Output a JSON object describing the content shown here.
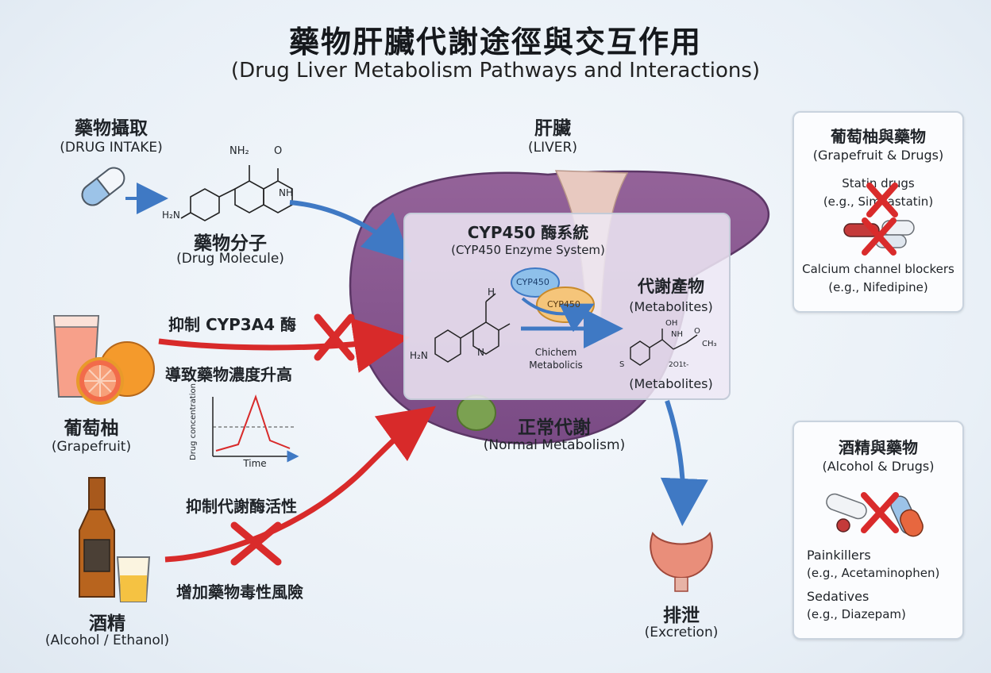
{
  "title": {
    "zh": "藥物肝臟代謝途徑與交互作用",
    "en": "(Drug Liver Metabolism Pathways and Interactions)"
  },
  "intake": {
    "zh": "藥物攝取",
    "en": "(DRUG INTAKE)"
  },
  "molecule": {
    "zh": "藥物分子",
    "en": "(Drug Molecule)",
    "atoms": [
      "NH₂",
      "O",
      "NH",
      "H₂N"
    ]
  },
  "liver": {
    "zh": "肝臟",
    "en": "(LIVER)"
  },
  "enzyme": {
    "zh": "CYP450 酶系統",
    "en": "(CYP450 Enzyme System)",
    "ball1": "CYP450",
    "ball2": "CYP450",
    "chem1": "Chichem",
    "chem2": "Metabolicis",
    "mol_atoms": [
      "H",
      "N",
      "H₂N"
    ],
    "metabolites_zh": "代謝產物",
    "metabolites_en": "(Metabolites)",
    "metabolites_en2": "(Metabolites)",
    "met_atoms": [
      "OH",
      "NH",
      "O",
      "CH₃",
      "S",
      "2O1t-"
    ]
  },
  "normal": {
    "zh": "正常代謝",
    "en": "(Normal Metabolism)"
  },
  "grapefruit": {
    "zh": "葡萄柚",
    "en": "(Grapefruit)",
    "inhibit": "抑制 CYP3A4 酶",
    "raise": "導致藥物濃度升高",
    "graph_ylabel": "Drug concentration",
    "graph_xlabel": "Time"
  },
  "alcohol": {
    "zh": "酒精",
    "en": "(Alcohol / Ethanol)",
    "inhibit": "抑制代謝酶活性",
    "risk": "增加藥物毒性風險"
  },
  "excretion": {
    "zh": "排泄",
    "en": "(Excretion)"
  },
  "panel_grapefruit": {
    "title_zh": "葡萄柚與藥物",
    "title_en": "(Grapefruit & Drugs)",
    "drug1": "Statin drugs",
    "drug1_eg": "(e.g., Simvastatin)",
    "drug2": "Calcium channel blockers",
    "drug2_eg": "(e.g., Nifedipine)"
  },
  "panel_alcohol": {
    "title_zh": "酒精與藥物",
    "title_en": "(Alcohol & Drugs)",
    "drug1": "Painkillers",
    "drug1_eg": "(e.g., Acetaminophen)",
    "drug2": "Sedatives",
    "drug2_eg": "(e.g., Diazepam)"
  },
  "colors": {
    "liver": "#8a5a93",
    "red_arrow": "#d82a2a",
    "blue_arrow": "#3f79c4",
    "cross": "#d92b2b"
  }
}
